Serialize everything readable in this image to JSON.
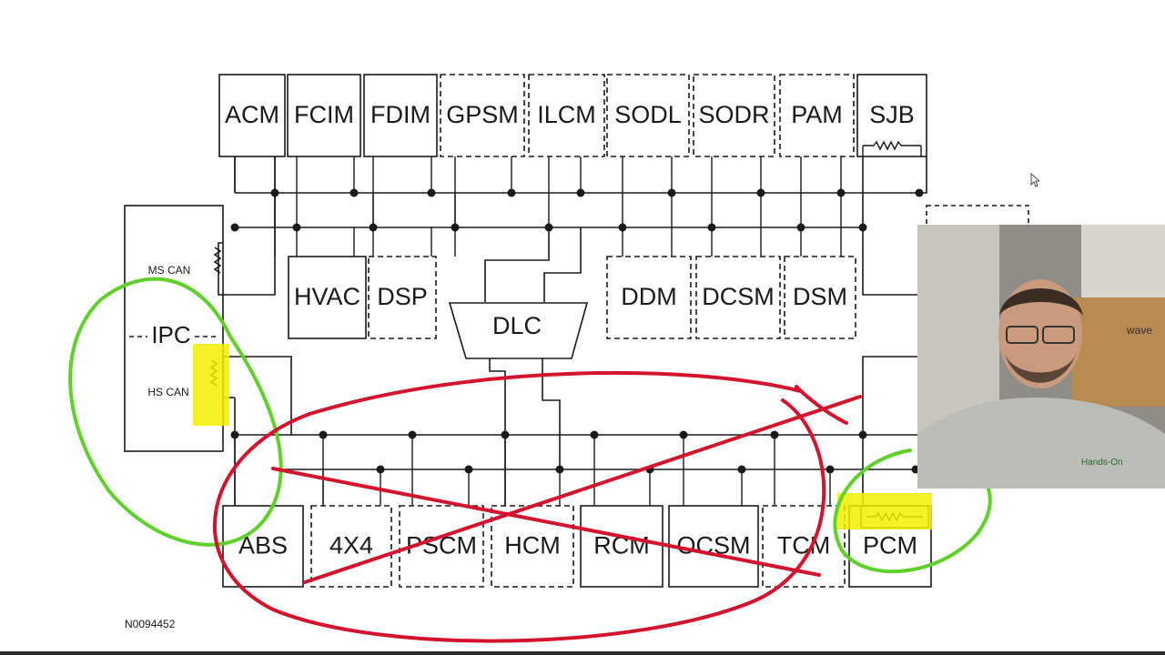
{
  "top_modules": [
    {
      "label": "ACM",
      "dashed": false
    },
    {
      "label": "FCIM",
      "dashed": false
    },
    {
      "label": "FDIM",
      "dashed": false
    },
    {
      "label": "GPSM",
      "dashed": true
    },
    {
      "label": "ILCM",
      "dashed": true
    },
    {
      "label": "SODL",
      "dashed": true
    },
    {
      "label": "SODR",
      "dashed": true
    },
    {
      "label": "PAM",
      "dashed": true
    },
    {
      "label": "SJB",
      "dashed": false
    }
  ],
  "mid_modules": [
    {
      "label": "HVAC",
      "dashed": false
    },
    {
      "label": "DSP",
      "dashed": true
    },
    {
      "label": "DDM",
      "dashed": true
    },
    {
      "label": "DCSM",
      "dashed": true
    },
    {
      "label": "DSM",
      "dashed": true
    }
  ],
  "dlc": {
    "label": "DLC"
  },
  "ipc": {
    "label": "IPC",
    "ms_can": "MS CAN",
    "hs_can": "HS CAN"
  },
  "bottom_modules": [
    {
      "label": "ABS",
      "dashed": false
    },
    {
      "label": "4X4",
      "dashed": true
    },
    {
      "label": "PSCM",
      "dashed": true
    },
    {
      "label": "HCM",
      "dashed": true
    },
    {
      "label": "RCM",
      "dashed": false
    },
    {
      "label": "OCSM",
      "dashed": false
    },
    {
      "label": "TCM",
      "dashed": true
    },
    {
      "label": "PCM",
      "dashed": false
    }
  ],
  "diagram_code": "N0094452",
  "annotation_colors": {
    "green": "#5fd12a",
    "red": "#d4132c",
    "highlight": "#f2f000"
  },
  "webcam": {
    "shirt_text": "Hands-On",
    "box_text": "wave"
  }
}
